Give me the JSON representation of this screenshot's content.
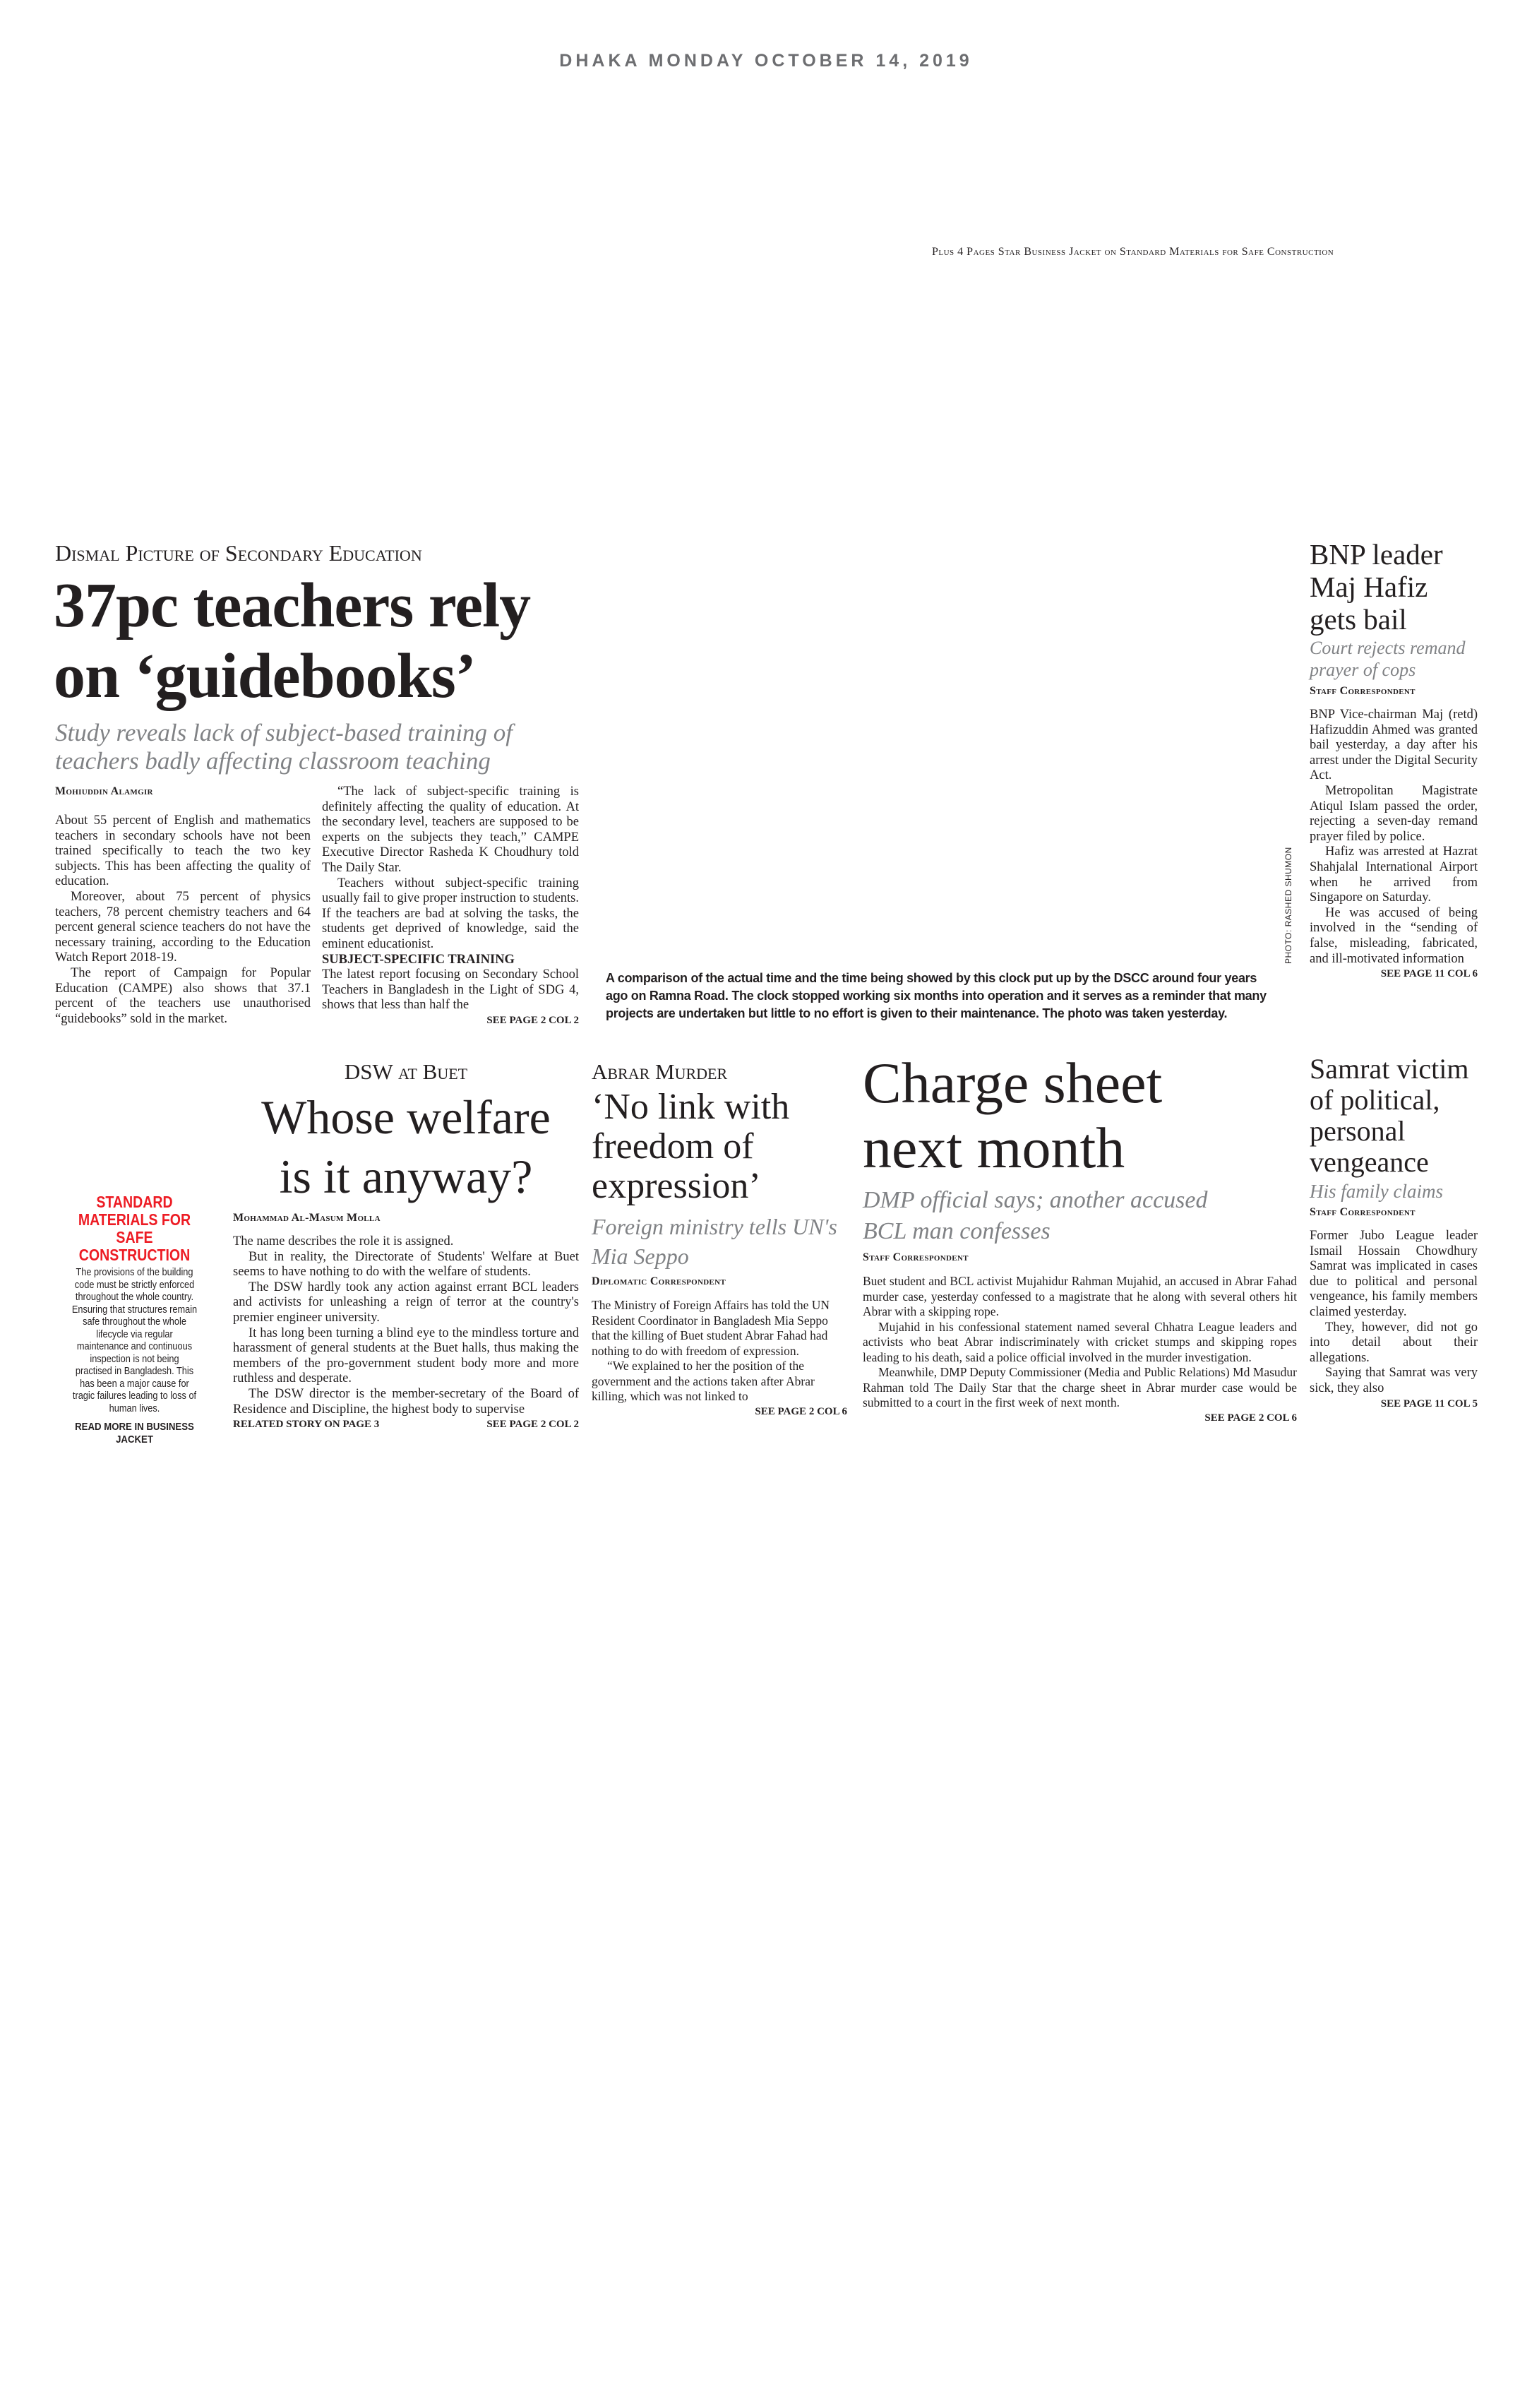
{
  "masthead": {
    "date_line": "DHAKA MONDAY OCTOBER 14, 2019"
  },
  "promo_line": "Plus 4 Pages Star Business Jacket on Standard Materials for Safe Construction",
  "lead_story": {
    "kicker": "Dismal Picture of Secondary Education",
    "headline": [
      "37pc teachers rely",
      "on ‘guidebooks’"
    ],
    "subhead": [
      "Study reveals lack of subject-based training of",
      "teachers badly affecting classroom teaching"
    ],
    "byline": "Mohiuddin Alamgir",
    "col1": [
      "About 55 percent of English and mathematics teachers in secondary schools have not been trained specifically to teach the two key subjects. This has been affecting the quality of education.",
      "Moreover, about 75 percent of physics teachers, 78 percent chemistry teachers and 64 percent general science teachers do not have the necessary training, according to the Education Watch Report 2018-19.",
      "The report of Campaign for Popular Education (CAMPE) also shows that 37.1 percent of the teachers use unauthorised “guidebooks” sold in the market."
    ],
    "col2": [
      "“The lack of subject-specific training is definitely affecting the quality of education. At the secondary level, teachers are supposed to be experts on the subjects they teach,” CAMPE Executive Director Rasheda K Choudhury told The Daily Star.",
      "Teachers without subject-specific training usually fail to give proper instruction to students. If the teachers are bad at solving the tasks, the students get deprived of knowledge, said the eminent educationist."
    ],
    "section_head": "SUBJECT-SPECIFIC TRAINING",
    "col2_after": "The latest report focusing on Secondary School Teachers in Bangladesh in the Light of SDG 4, shows that less than half the",
    "jump": "SEE PAGE 2 COL 2"
  },
  "photo": {
    "credit": "PHOTO: RASHED SHUMON",
    "caption": "A comparison of the actual time and the time being showed by this clock put up by the DSCC around four years ago on Ramna Road. The clock stopped working six months into operation and it serves as a reminder that many projects are undertaken but little to no effort is given to their maintenance. The photo was taken yesterday."
  },
  "bnp_story": {
    "headline": "BNP leader Maj Hafiz gets bail",
    "subhead": "Court rejects remand prayer of cops",
    "byline": "Staff Correspondent",
    "paragraphs": [
      "BNP Vice-chairman Maj (retd) Hafizuddin Ahmed was granted bail yesterday, a day after his arrest under the Digital Security Act.",
      "Metropolitan Magistrate Atiqul Islam passed the order, rejecting a seven-day remand prayer filed by police.",
      "Hafiz was arrested at Hazrat Shahjalal International Airport when he arrived from Singapore on Saturday.",
      "He was accused of being involved in the “sending of false, misleading, fabricated, and ill-motivated information"
    ],
    "jump": "SEE PAGE 11 COL 6"
  },
  "sidebar_promo": {
    "title": "STANDARD MATERIALS FOR SAFE CONSTRUCTION",
    "text": "The provisions of the building code must be strictly enforced throughout the whole country. Ensuring that structures remain safe throughout the whole lifecycle via regular maintenance and continuous inspection is not being practised in Bangladesh. This has been a major cause for tragic failures leading to loss of human lives.",
    "link": "READ MORE IN BUSINESS JACKET",
    "accent": "#ed1c24"
  },
  "dsw_story": {
    "kicker": "DSW at Buet",
    "headline": [
      "Whose welfare",
      "is it anyway?"
    ],
    "byline": "Mohammad Al-Masum Molla",
    "paragraphs": [
      "The name describes the role it is assigned.",
      "But in reality, the Directorate of Students' Welfare at Buet seems to have nothing to do with the welfare of students.",
      "The DSW hardly took any action against errant BCL leaders and activists for unleashing a reign of terror at the country's premier engineer university.",
      "It has long been turning a blind eye to the mindless torture and harassment of general students at the Buet halls, thus making the members of the pro-government student body more and more ruthless and desperate.",
      "The DSW director is the member-secretary of the Board of Residence and Discipline, the highest body to supervise"
    ],
    "related": "RELATED STORY ON PAGE 3",
    "jump": "SEE PAGE 2 COL 2"
  },
  "abrar_story": {
    "kicker": "Abrar Murder",
    "headline": "‘No link with freedom of expression’",
    "subhead": "Foreign ministry tells UN's Mia Seppo",
    "byline": "Diplomatic Correspondent",
    "paragraphs": [
      "The Ministry of Foreign Affairs has told the UN Resident Coordinator in Bangladesh Mia Seppo that the killing of Buet student Abrar Fahad had nothing to do with freedom of expression.",
      "“We explained to her the position of the government and the actions taken after Abrar killing, which was not linked to"
    ],
    "jump": "SEE PAGE 2 COL 6"
  },
  "charge_story": {
    "headline": [
      "Charge sheet",
      "next month"
    ],
    "subhead": "DMP official says; another accused BCL man confesses",
    "byline": "Staff Correspondent",
    "paragraphs": [
      "Buet student and BCL activist Mujahidur Rahman Mujahid, an accused in Abrar Fahad murder case, yesterday confessed to a magistrate that he along with several others hit Abrar with a skipping rope.",
      "Mujahid in his confessional statement named several Chhatra League leaders and activists who beat Abrar indiscriminately with cricket stumps and skipping ropes leading to his death, said a police official involved in the murder investigation.",
      "Meanwhile, DMP Deputy Commissioner (Media and Public Relations) Md Masudur Rahman told The Daily Star that the charge sheet in Abrar murder case would be submitted to a court in the first week of next month."
    ],
    "jump": "SEE PAGE 2 COL 6"
  },
  "samrat_story": {
    "headline": "Samrat victim of political, personal vengeance",
    "subhead": "His family claims",
    "byline": "Staff Correspondent",
    "paragraphs": [
      "Former Jubo League leader Ismail Hossain Chowdhury Samrat was implicated in cases due to political and personal vengeance, his family members claimed yesterday.",
      "They, however, did not go into detail about their allegations.",
      "Saying that Samrat was very sick, they also"
    ],
    "jump": "SEE PAGE 11 COL 5"
  }
}
